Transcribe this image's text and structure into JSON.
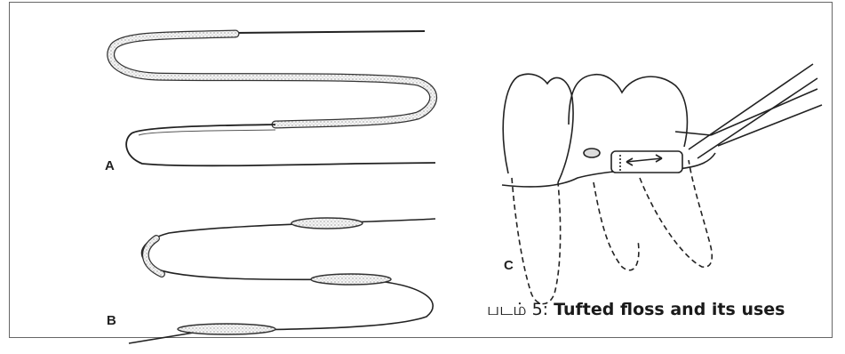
{
  "figure": {
    "panel_labels": {
      "a": "A",
      "b": "B",
      "c": "C"
    },
    "caption": {
      "prefix": "படம் 5:",
      "text": "Tufted floss and its uses"
    }
  }
}
